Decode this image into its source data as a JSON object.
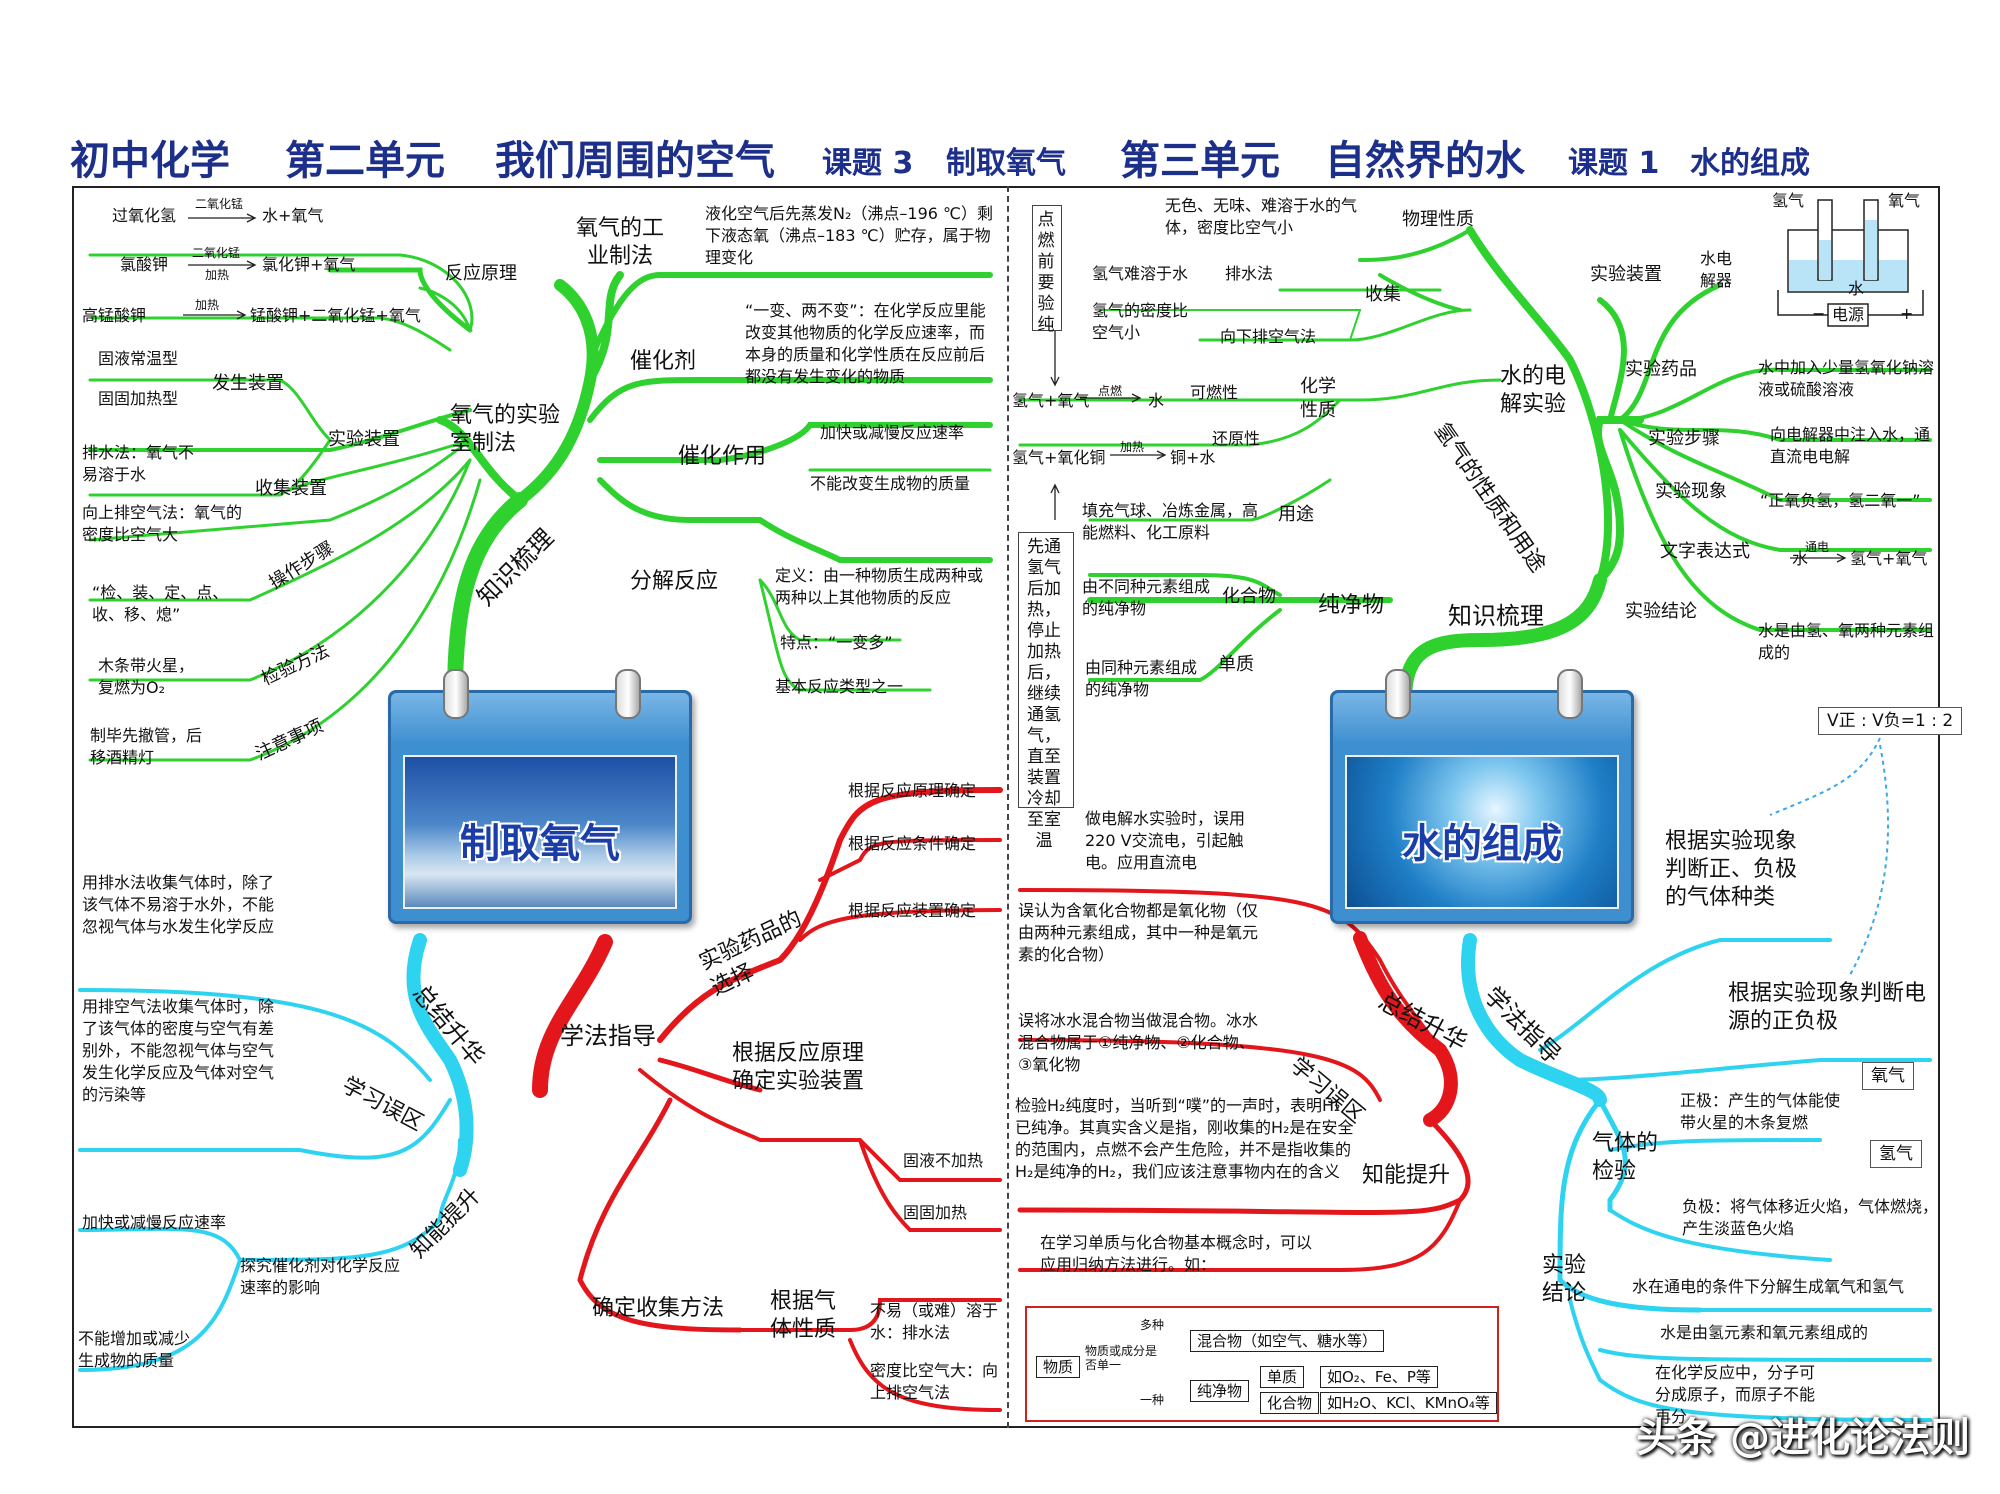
{
  "header": {
    "part1": "初中化学",
    "part2": "第二单元",
    "part3": "我们周围的空气",
    "part4": "课题 3",
    "part5": "制取氧气",
    "part6": "第三单元",
    "part7": "自然界的水",
    "part8": "课题 1",
    "part9": "水的组成"
  },
  "left": {
    "card_title": "制取氧气",
    "branch_knowledge": "知识梳理",
    "branch_summary": "总结升华",
    "branch_method": "学法指导",
    "lab": {
      "title": "氧气的实验室制法",
      "reaction_principle": "反应原理",
      "r1_left": "过氧化氢",
      "r1_cond": "二氧化锰",
      "r1_right": "水+氧气",
      "r2_left": "氯酸钾",
      "r2_cond1": "二氧化锰",
      "r2_cond2": "加热",
      "r2_right": "氯化钾+氧气",
      "r3_left": "高锰酸钾",
      "r3_cond": "加热",
      "r3_right": "锰酸钾+二氧化锰+氧气",
      "apparatus": "实验装置",
      "gen_device": "发生装置",
      "gen1": "固液常温型",
      "gen2": "固固加热型",
      "collect_device": "收集装置",
      "c1": "排水法：氧气不易溶于水",
      "c2": "向上排空气法：氧气的密度比空气大",
      "steps": "操作步骤",
      "steps_text": "“检、装、定、点、收、移、熄”",
      "test": "检验方法",
      "test_text": "木条带火星，复燃为O₂",
      "notes": "注意事项",
      "notes_text": "制毕先撤管，后移酒精灯"
    },
    "industry": {
      "title": "氧气的工业制法",
      "text": "液化空气后先蒸发N₂（沸点–196 ℃）剩下液态氧（沸点–183 ℃）贮存，属于物理变化"
    },
    "catalyst": {
      "title": "催化剂",
      "text": "“一变、两不变”：在化学反应里能改变其他物质的化学反应速率，而本身的质量和化学性质在反应前后都没有发生变化的物质"
    },
    "catalysis": {
      "title": "催化作用",
      "a": "加快或减慢反应速率",
      "b": "不能改变生成物的质量"
    },
    "decomp": {
      "title": "分解反应",
      "def": "定义：由一种物质生成两种或两种以上其他物质的反应",
      "feature": "特点：“一变多”",
      "type": "基本反应类型之一"
    },
    "method": {
      "choice": "实验药品的选择",
      "c1": "根据反应原理确定",
      "c2": "根据反应条件确定",
      "c3": "根据反应装置确定",
      "device": "根据反应原理确定实验装置",
      "d1": "固液不加热",
      "d2": "固固加热",
      "collect": "确定收集方法",
      "gas_prop": "根据气体性质",
      "g1": "不易（或难）溶于水：排水法",
      "g2": "密度比空气大：向上排空气法"
    },
    "summary": {
      "mistakes": "学习误区",
      "m1": "用排水法收集气体时，除了该气体不易溶于水外，不能忽视气体与水发生化学反应",
      "m2": "用排空气法收集气体时，除了该气体的密度与空气有差别外，不能忽视气体与空气发生化学反应及气体对空气的污染等",
      "ability": "知能提升",
      "explore": "探究催化剂对化学反应速率的影响",
      "a1": "加快或减慢反应速率",
      "a2": "不能增加或减少生成物的质量"
    }
  },
  "right": {
    "card_title": "水的组成",
    "branch_knowledge": "知识梳理",
    "branch_summary": "总结升华",
    "branch_method": "学法指导",
    "vert_note1": "点燃前要验纯",
    "vert_note2": "先通氢气后加热，停止加热后，继续通氢气，直至装置冷却至室温",
    "hydrogen": {
      "title": "氢气的性质和用途",
      "physical": "物理性质",
      "physical_text": "无色、无味、难溶于水的气体，密度比空气小",
      "collect": "收集",
      "col1_cond": "氢气难溶于水",
      "col1": "排水法",
      "col2_cond": "氢气的密度比空气小",
      "col2": "向下排空气法",
      "chem": "化学性质",
      "combust": "可燃性",
      "eq1_left": "氢气+氧气",
      "eq1_cond": "点燃",
      "eq1_right": "水",
      "reduce": "还原性",
      "eq2_left": "氢气+氧化铜",
      "eq2_cond": "加热",
      "eq2_right": "铜+水",
      "use": "用途",
      "use_text": "填充气球、冶炼金属，高能燃料、化工原料"
    },
    "pure": {
      "title": "纯净物",
      "compound": "化合物",
      "compound_text": "由不同种元素组成的纯净物",
      "element": "单质",
      "element_text": "由同种元素组成的纯净物"
    },
    "electro": {
      "title": "水的电解实验",
      "apparatus": "实验装置",
      "apparatus_val": "水电解器",
      "fig_h": "氢气",
      "fig_o": "氧气",
      "fig_water": "水",
      "fig_power": "电源",
      "fig_minus": "−",
      "fig_plus": "+",
      "reagent": "实验药品",
      "reagent_text": "水中加入少量氢氧化钠溶液或硫酸溶液",
      "steps": "实验步骤",
      "steps_text": "向电解器中注入水，通直流电电解",
      "phenom": "实验现象",
      "phenom_text": "“正氧负氢，氢二氧一”",
      "word_eq": "文字表达式",
      "weq_left": "水",
      "weq_cond": "通电",
      "weq_right": "氢气+氧气",
      "concl": "实验结论",
      "concl_text": "水是由氢、氧两种元素组成的"
    },
    "method": {
      "ratio": "V正 : V负=1 : 2",
      "judge_gas": "根据实验现象判断正、负极的气体种类",
      "judge_pole": "根据实验现象判断电源的正负极",
      "gas_test": "气体的检验",
      "pos": "正极：产生的气体能使带火星的木条复燃",
      "pos_tag": "氧气",
      "neg": "负极：将气体移近火焰，气体燃烧，产生淡蓝色火焰",
      "neg_tag": "氢气",
      "concl": "实验结论",
      "k1": "水在通电的条件下分解生成氧气和氢气",
      "k2": "水是由氢元素和氧元素组成的",
      "k3": "在化学反应中，分子可分成原子，而原子不能再分"
    },
    "summary": {
      "ac_note": "做电解水实验时，误用220 V交流电，引起触电。应用直流电",
      "mistakes": "学习误区",
      "m1": "误认为含氧化合物都是氧化物（仅由两种元素组成，其中一种是氧元素的化合物）",
      "m2": "误将冰水混合物当做混合物。冰水混合物属于①纯净物、②化合物、③氧化物",
      "ability": "知能提升",
      "a1": "检验H₂纯度时，当听到“噗”的一声时，表明H₂已纯净。其真实含义是指，刚收集的H₂是在安全的范围内，点燃不会产生危险，并不是指收集的H₂是纯净的H₂，我们应该注意事物内在的含义",
      "a2": "在学习单质与化合物基本概念时，可以应用归纳方法进行。如：",
      "tree_root": "物质",
      "tree_q": "物质或成分是否单一",
      "tree_many": "多种",
      "tree_one": "一种",
      "tree_mix": "混合物（如空气、糖水等）",
      "tree_pure": "纯净物",
      "tree_elem": "单质",
      "tree_elem_eg": "如O₂、Fe、P等",
      "tree_comp": "化合物",
      "tree_comp_eg": "如H₂O、KCl、KMnO₄等"
    }
  },
  "watermark": "头条 @进化论法则",
  "colors": {
    "green": "#2fd12f",
    "red": "#e3171b",
    "cyan": "#2ed3f0",
    "title_blue": "#1c2f8a"
  }
}
